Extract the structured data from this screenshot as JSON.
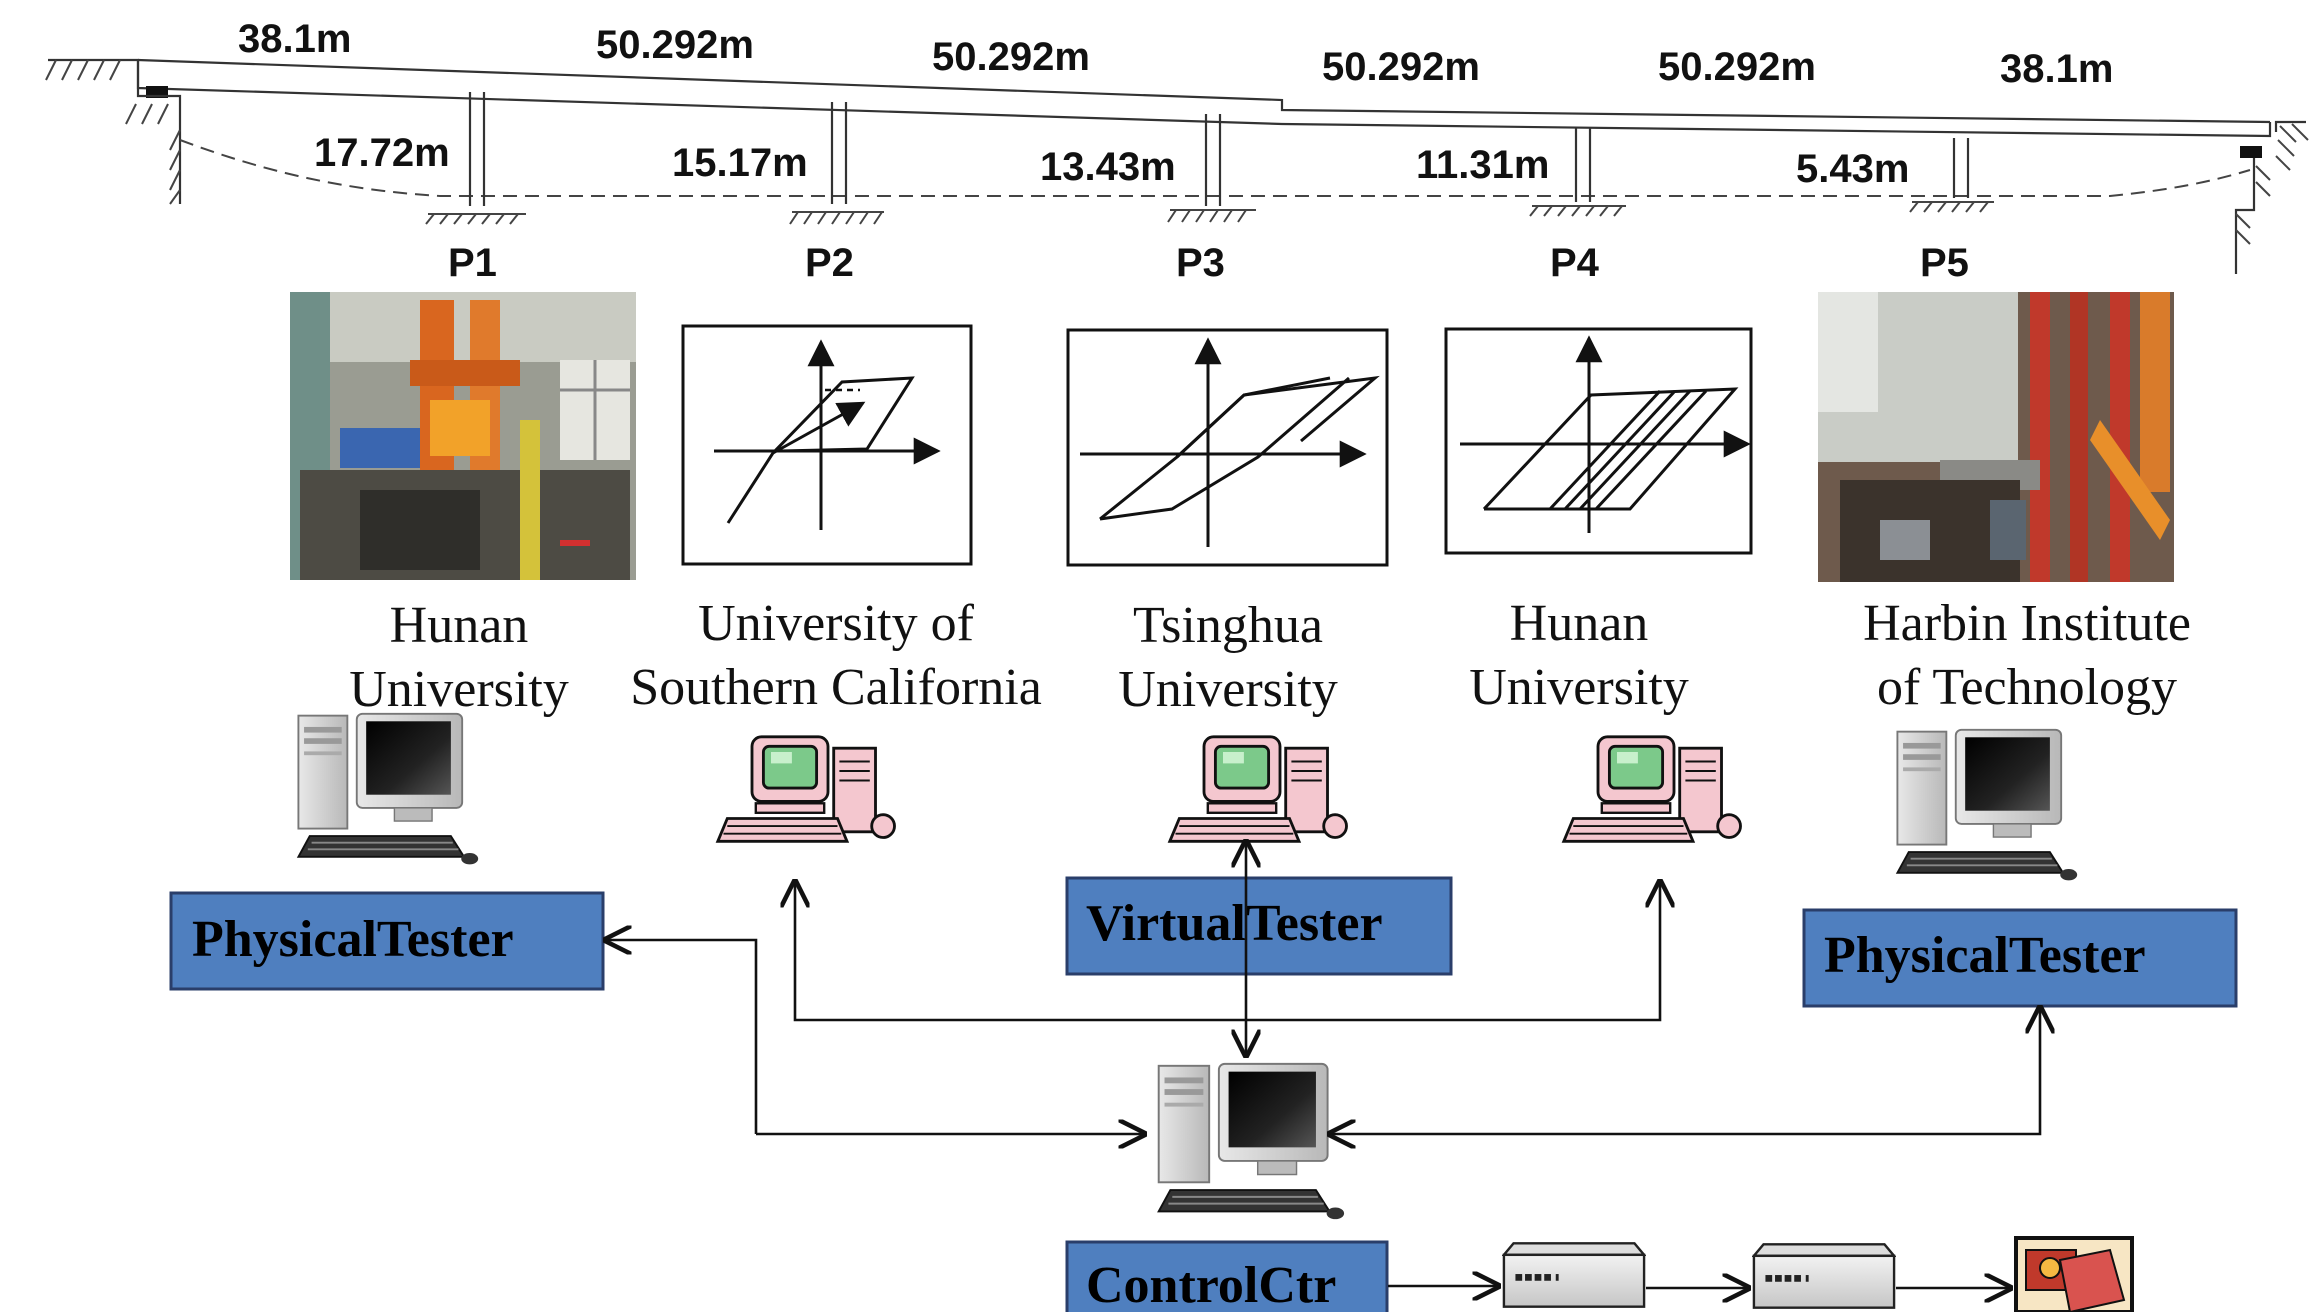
{
  "spans": [
    "38.1m",
    "50.292m",
    "50.292m",
    "50.292m",
    "50.292m",
    "38.1m"
  ],
  "pier_heights": [
    "17.72m",
    "15.17m",
    "13.43m",
    "11.31m",
    "5.43m"
  ],
  "piers": [
    "P1",
    "P2",
    "P3",
    "P4",
    "P5"
  ],
  "sites": [
    {
      "line1": "Hunan",
      "line2": "University"
    },
    {
      "line1": "University of",
      "line2": "Southern California"
    },
    {
      "line1": "Tsinghua",
      "line2": "University"
    },
    {
      "line1": "Hunan",
      "line2": "University"
    },
    {
      "line1": "Harbin Institute",
      "line2": "of Technology"
    }
  ],
  "roles": {
    "physical_left": "PhysicalTester",
    "virtual": "VirtualTester",
    "physical_right": "PhysicalTester",
    "control": "ControlCtr"
  },
  "colors": {
    "box_fill": "#4f7fbf",
    "box_border": "#2a3e6a"
  },
  "icons": [
    "lab-photo",
    "hysteresis-plot",
    "desktop-computer",
    "retro-computer",
    "server-unit",
    "app-icon"
  ]
}
